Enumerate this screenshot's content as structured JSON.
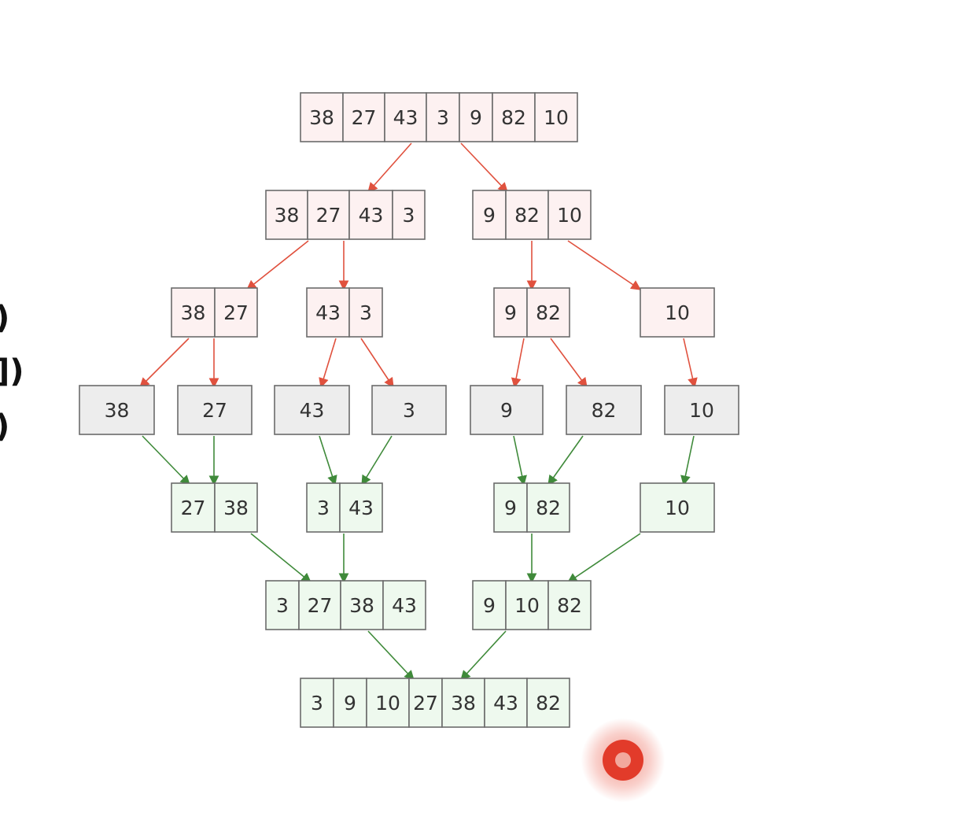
{
  "left_edge_fragments": [
    ")",
    "])",
    ")"
  ],
  "colors": {
    "split_fill": "#fdf1f1",
    "split_edge": "#e0513e",
    "leaf_fill": "#ededed",
    "merge_fill": "#eef9ee",
    "merge_edge": "#3f8a3a",
    "box_stroke": "#6b6b6b",
    "text": "#333333",
    "cursor": "#e23b2a"
  },
  "diagram": {
    "nodes": [
      {
        "id": "root",
        "kind": "split",
        "values": [
          "38",
          "27",
          "43",
          "3",
          "9",
          "82",
          "10"
        ]
      },
      {
        "id": "s1a",
        "kind": "split",
        "values": [
          "38",
          "27",
          "43",
          "3"
        ]
      },
      {
        "id": "s1b",
        "kind": "split",
        "values": [
          "9",
          "82",
          "10"
        ]
      },
      {
        "id": "s2a",
        "kind": "split",
        "values": [
          "38",
          "27"
        ]
      },
      {
        "id": "s2b",
        "kind": "split",
        "values": [
          "43",
          "3"
        ]
      },
      {
        "id": "s2c",
        "kind": "split",
        "values": [
          "9",
          "82"
        ]
      },
      {
        "id": "s2d",
        "kind": "split",
        "values": [
          "10"
        ]
      },
      {
        "id": "l1",
        "kind": "leaf",
        "values": [
          "38"
        ]
      },
      {
        "id": "l2",
        "kind": "leaf",
        "values": [
          "27"
        ]
      },
      {
        "id": "l3",
        "kind": "leaf",
        "values": [
          "43"
        ]
      },
      {
        "id": "l4",
        "kind": "leaf",
        "values": [
          "3"
        ]
      },
      {
        "id": "l5",
        "kind": "leaf",
        "values": [
          "9"
        ]
      },
      {
        "id": "l6",
        "kind": "leaf",
        "values": [
          "82"
        ]
      },
      {
        "id": "l7",
        "kind": "leaf",
        "values": [
          "10"
        ]
      },
      {
        "id": "m1a",
        "kind": "merge",
        "values": [
          "27",
          "38"
        ]
      },
      {
        "id": "m1b",
        "kind": "merge",
        "values": [
          "3",
          "43"
        ]
      },
      {
        "id": "m1c",
        "kind": "merge",
        "values": [
          "9",
          "82"
        ]
      },
      {
        "id": "m1d",
        "kind": "merge",
        "values": [
          "10"
        ]
      },
      {
        "id": "m2a",
        "kind": "merge",
        "values": [
          "3",
          "27",
          "38",
          "43"
        ]
      },
      {
        "id": "m2b",
        "kind": "merge",
        "values": [
          "9",
          "10",
          "82"
        ]
      },
      {
        "id": "final",
        "kind": "merge",
        "values": [
          "3",
          "9",
          "10",
          "27",
          "38",
          "43",
          "82"
        ]
      }
    ],
    "edges": [
      {
        "from": "root",
        "to": "s1a",
        "kind": "split"
      },
      {
        "from": "root",
        "to": "s1b",
        "kind": "split"
      },
      {
        "from": "s1a",
        "to": "s2a",
        "kind": "split"
      },
      {
        "from": "s1a",
        "to": "s2b",
        "kind": "split"
      },
      {
        "from": "s1b",
        "to": "s2c",
        "kind": "split"
      },
      {
        "from": "s1b",
        "to": "s2d",
        "kind": "split"
      },
      {
        "from": "s2a",
        "to": "l1",
        "kind": "split"
      },
      {
        "from": "s2a",
        "to": "l2",
        "kind": "split"
      },
      {
        "from": "s2b",
        "to": "l3",
        "kind": "split"
      },
      {
        "from": "s2b",
        "to": "l4",
        "kind": "split"
      },
      {
        "from": "s2c",
        "to": "l5",
        "kind": "split"
      },
      {
        "from": "s2c",
        "to": "l6",
        "kind": "split"
      },
      {
        "from": "s2d",
        "to": "l7",
        "kind": "split"
      },
      {
        "from": "l1",
        "to": "m1a",
        "kind": "merge"
      },
      {
        "from": "l2",
        "to": "m1a",
        "kind": "merge"
      },
      {
        "from": "l3",
        "to": "m1b",
        "kind": "merge"
      },
      {
        "from": "l4",
        "to": "m1b",
        "kind": "merge"
      },
      {
        "from": "l5",
        "to": "m1c",
        "kind": "merge"
      },
      {
        "from": "l6",
        "to": "m1c",
        "kind": "merge"
      },
      {
        "from": "l7",
        "to": "m1d",
        "kind": "merge"
      },
      {
        "from": "m1a",
        "to": "m2a",
        "kind": "merge"
      },
      {
        "from": "m1b",
        "to": "m2a",
        "kind": "merge"
      },
      {
        "from": "m1c",
        "to": "m2b",
        "kind": "merge"
      },
      {
        "from": "m1d",
        "to": "m2b",
        "kind": "merge"
      },
      {
        "from": "m2a",
        "to": "final",
        "kind": "merge"
      },
      {
        "from": "m2b",
        "to": "final",
        "kind": "merge"
      }
    ]
  }
}
